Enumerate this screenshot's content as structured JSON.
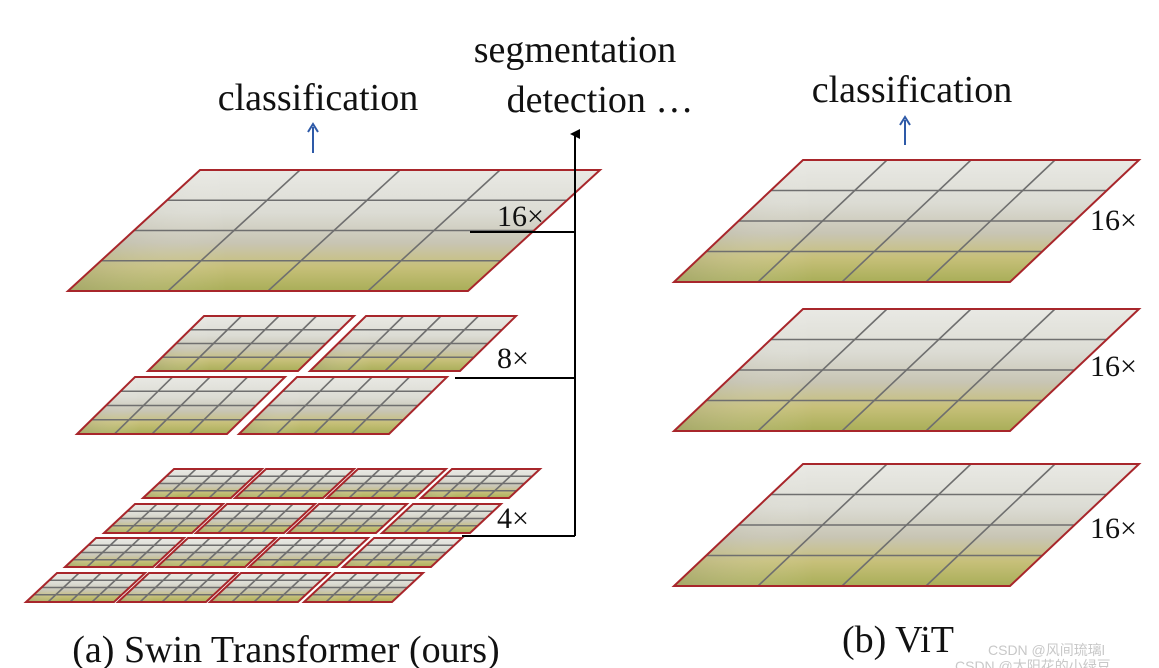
{
  "swin": {
    "output_label": "classification",
    "multi_task_label_line1": "segmentation",
    "multi_task_label_line2": "detection …",
    "caption": "(a) Swin Transformer (ours)",
    "stages": [
      {
        "scale_label": "16×",
        "windows": 1,
        "patches_per_window": 16
      },
      {
        "scale_label": "8×",
        "windows": 4,
        "patches_per_window": 16
      },
      {
        "scale_label": "4×",
        "windows": 16,
        "patches_per_window": 16
      }
    ]
  },
  "vit": {
    "output_label": "classification",
    "caption": "(b) ViT",
    "stages": [
      {
        "scale_label": "16×",
        "patches": 16
      },
      {
        "scale_label": "16×",
        "patches": 16
      },
      {
        "scale_label": "16×",
        "patches": 16
      }
    ]
  },
  "watermark": {
    "line1": "CSDN @风间琉璃l",
    "line2": "CSDN @太阳花的小绿豆"
  },
  "colors": {
    "window_border": "#a8262b",
    "patch_grid": "#6f6f6f",
    "small_arrow": "#2e5aa8",
    "connector": "#000000"
  }
}
